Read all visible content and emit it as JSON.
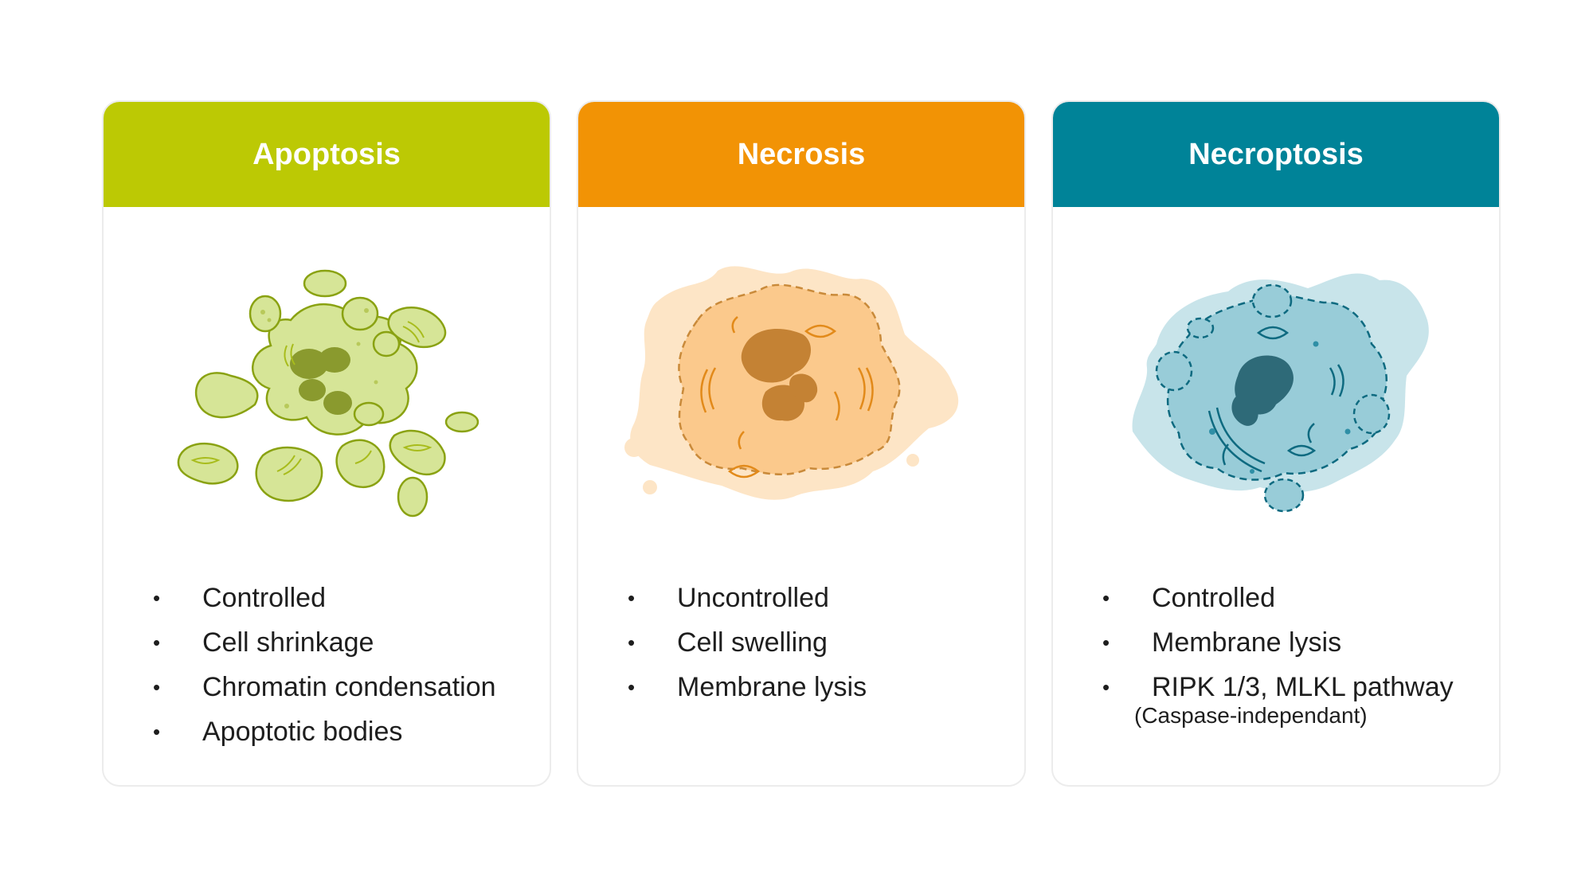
{
  "cards": [
    {
      "title": "Apoptosis",
      "color": "#bcc904",
      "features": [
        "Controlled",
        "Cell shrinkage",
        "Chromatin condensation",
        "Apoptotic bodies"
      ]
    },
    {
      "title": "Necrosis",
      "color": "#f29305",
      "features": [
        "Uncontrolled",
        "Cell swelling",
        "Membrane lysis"
      ]
    },
    {
      "title": "Necroptosis",
      "color": "#008398",
      "features": [
        "Controlled",
        "Membrane lysis",
        "RIPK 1/3, MLKL pathway"
      ],
      "note": "(Caspase-independant)"
    }
  ],
  "bullet": "•"
}
